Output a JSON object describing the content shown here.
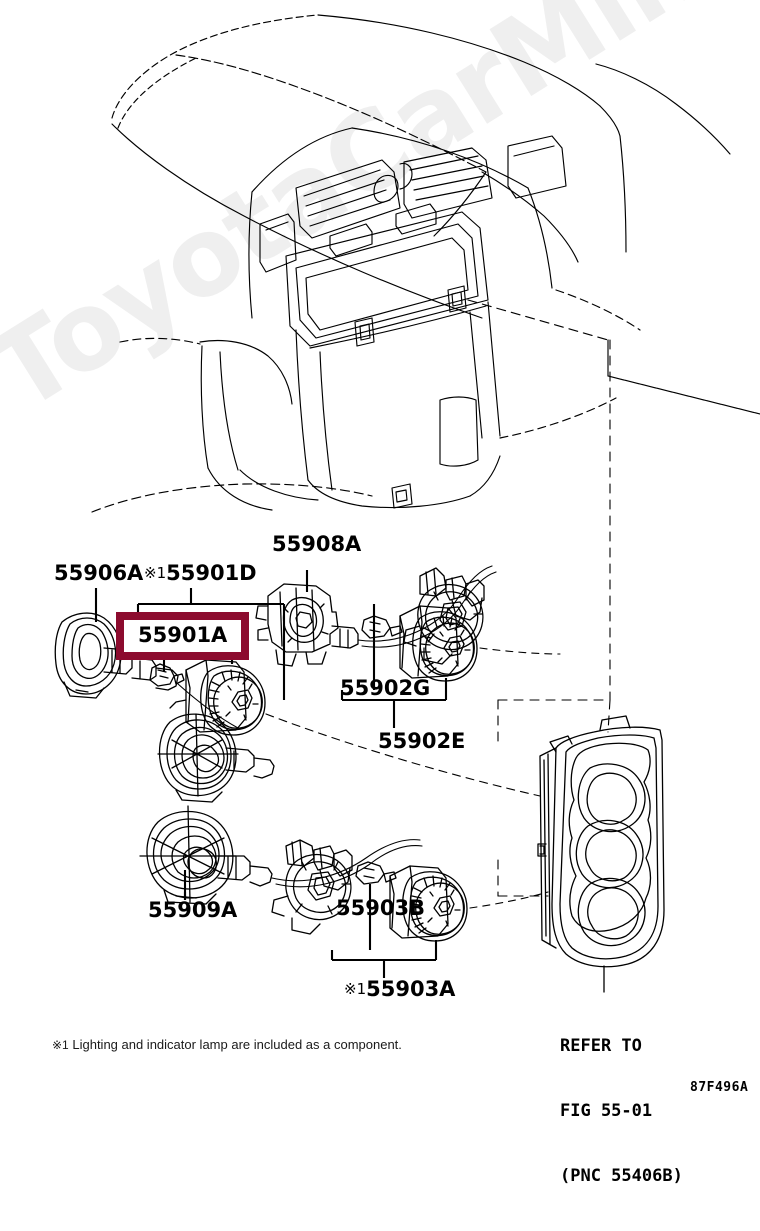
{
  "figure": {
    "code": "87F496A",
    "watermark": "ToyotaCarMine.ru"
  },
  "footnote": {
    "mark": "※1",
    "text": "Lighting and indicator lamp are included as a component."
  },
  "refer_to": {
    "line1": "REFER TO",
    "line2": "FIG 55-01",
    "line3": "(PNC 55406B)"
  },
  "highlight": {
    "part_number": "55901A",
    "border_color": "#8c0b2e"
  },
  "labels": [
    {
      "id": "l-55906a",
      "text": "55906A",
      "mark": ""
    },
    {
      "id": "l-55901d",
      "text": "55901D",
      "mark": "※1"
    },
    {
      "id": "l-55908a",
      "text": "55908A",
      "mark": ""
    },
    {
      "id": "l-55902g",
      "text": "55902G",
      "mark": ""
    },
    {
      "id": "l-55902e",
      "text": "55902E",
      "mark": ""
    },
    {
      "id": "l-55909a",
      "text": "55909A",
      "mark": ""
    },
    {
      "id": "l-55903b",
      "text": "55903B",
      "mark": ""
    },
    {
      "id": "l-55903a",
      "text": "55903A",
      "mark": "※1"
    }
  ],
  "diagram": {
    "title_assembly": "Heater control assembly - exploded view",
    "illustration_top": "instrument panel / center console line drawing",
    "illustration_right": "heater control panel bezel with three knob openings"
  }
}
